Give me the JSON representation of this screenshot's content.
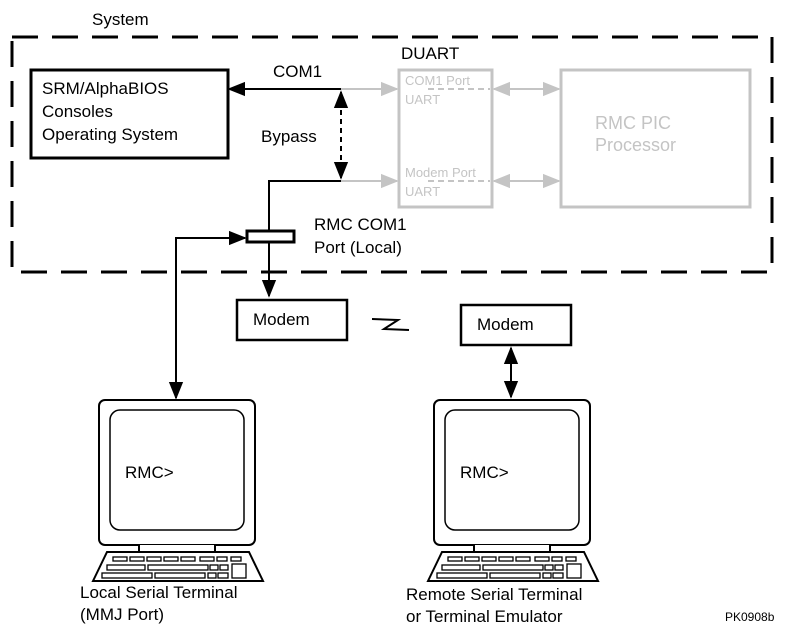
{
  "system_label": "System",
  "duart_label": "DUART",
  "console_box": {
    "line1": "SRM/AlphaBIOS",
    "line2": "Consoles",
    "line3": "Operating System"
  },
  "com1_label": "COM1",
  "bypass_label": "Bypass",
  "duart_ports": {
    "com1_port_line1": "COM1 Port",
    "com1_port_line2": "UART",
    "modem_port_line1": "Modem Port",
    "modem_port_line2": "UART"
  },
  "rmc_pic_box": {
    "line1": "RMC PIC",
    "line2": "Processor"
  },
  "rmc_com1_port": {
    "line1": "RMC COM1",
    "line2": "Port (Local)"
  },
  "modem_local_label": "Modem",
  "modem_remote_label": "Modem",
  "local_terminal": {
    "prompt": "RMC>",
    "caption_line1": "Local Serial Terminal",
    "caption_line2": "(MMJ Port)"
  },
  "remote_terminal": {
    "prompt": "RMC>",
    "caption_line1": "Remote Serial Terminal",
    "caption_line2": "or Terminal Emulator"
  },
  "figure_id": "PK0908b",
  "colors": {
    "line": "#000000",
    "inactive": "#c4c4c4"
  }
}
